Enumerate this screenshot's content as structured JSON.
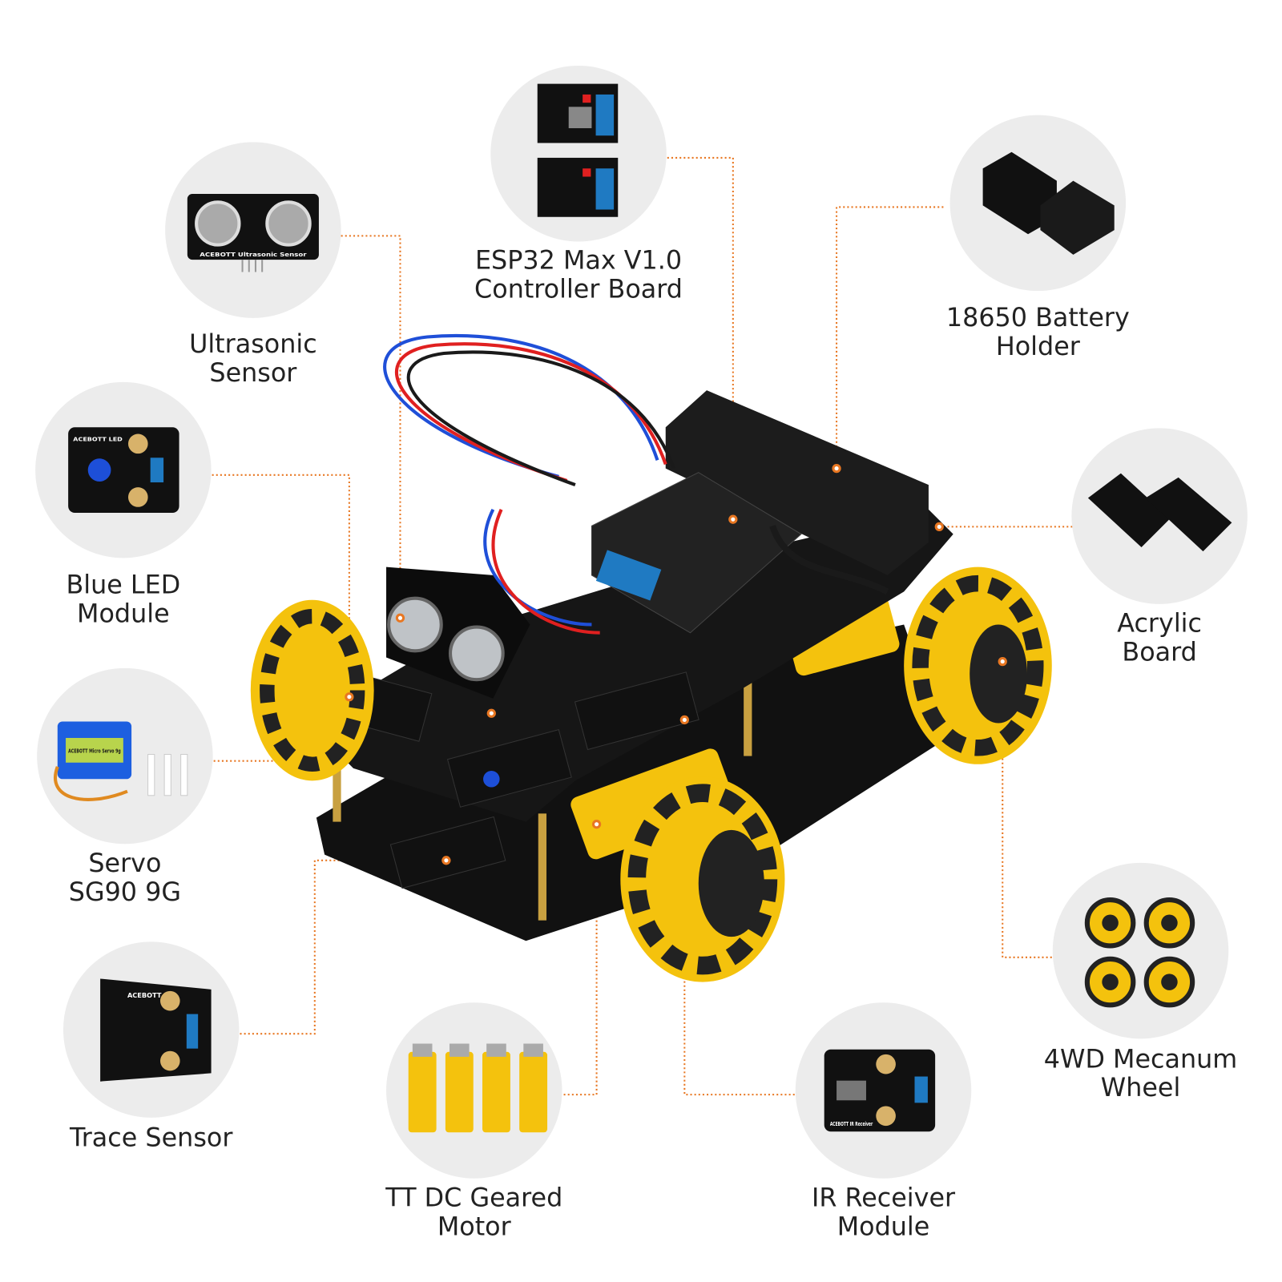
{
  "accent_color": "#e87722",
  "components": [
    {
      "id": "ultrasonic",
      "label": "Ultrasonic\nSensor",
      "icon": "ultrasonic-sensor-icon",
      "print": "ACEBOTT Ultrasonic Sensor"
    },
    {
      "id": "esp32",
      "label": "ESP32 Max V1.0\nController Board",
      "icon": "controller-board-icon"
    },
    {
      "id": "battery",
      "label": "18650 Battery\nHolder",
      "icon": "battery-holder-icon"
    },
    {
      "id": "led",
      "label": "Blue LED\nModule",
      "icon": "led-module-icon",
      "print": "ACEBOTT LED"
    },
    {
      "id": "acrylic",
      "label": "Acrylic\nBoard",
      "icon": "acrylic-board-icon"
    },
    {
      "id": "servo",
      "label": "Servo\nSG90 9G",
      "icon": "servo-icon",
      "print": "ACEBOTT Micro Servo 9g"
    },
    {
      "id": "wheel",
      "label": "4WD Mecanum\nWheel",
      "icon": "mecanum-wheel-icon"
    },
    {
      "id": "trace",
      "label": "Trace Sensor",
      "icon": "trace-sensor-icon",
      "print": "ACEBOTT"
    },
    {
      "id": "motor",
      "label": "TT DC Geared\nMotor",
      "icon": "dc-motor-icon"
    },
    {
      "id": "ir",
      "label": "IR Receiver\nModule",
      "icon": "ir-receiver-icon",
      "print": "ACEBOTT IR Receiver"
    }
  ]
}
